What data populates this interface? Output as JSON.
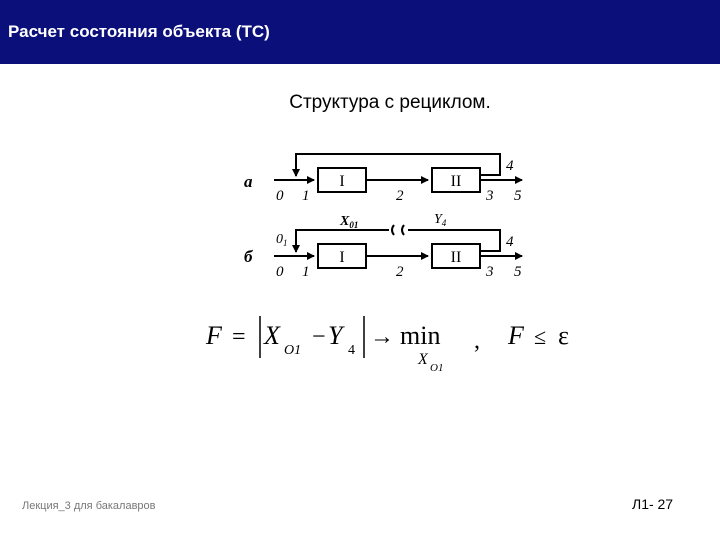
{
  "header": {
    "title": "Расчет состояния объекта (ТС)",
    "background": "#0b0f7a"
  },
  "slide": {
    "subtitle": "Структура с рециклом."
  },
  "diagram": {
    "row_a": {
      "label": "а",
      "block1": "I",
      "block2": "II",
      "nodes": [
        "0",
        "1",
        "2",
        "3",
        "4",
        "5"
      ]
    },
    "row_b": {
      "label": "б",
      "block1": "I",
      "block2": "II",
      "nodes": [
        "0",
        "1",
        "2",
        "3",
        "4",
        "5"
      ],
      "node0_sub": "1"
    },
    "tear_labels": {
      "x_main": "X",
      "x_sub": "01",
      "y_main": "Y",
      "y_sub": "4"
    }
  },
  "formula": {
    "F": "F",
    "eq": "=",
    "X": "X",
    "X_sub": "O1",
    "minus": "−",
    "Y": "Y",
    "Y_sub": "4",
    "arrow": "→",
    "min": "min",
    "min_under": "X",
    "min_under_sub": "O1",
    "comma": ",",
    "F2": "F",
    "le": "≤",
    "eps": "ε"
  },
  "footer": {
    "left": "Лекция_3 для бакалавров",
    "right": "Л1- 27"
  }
}
